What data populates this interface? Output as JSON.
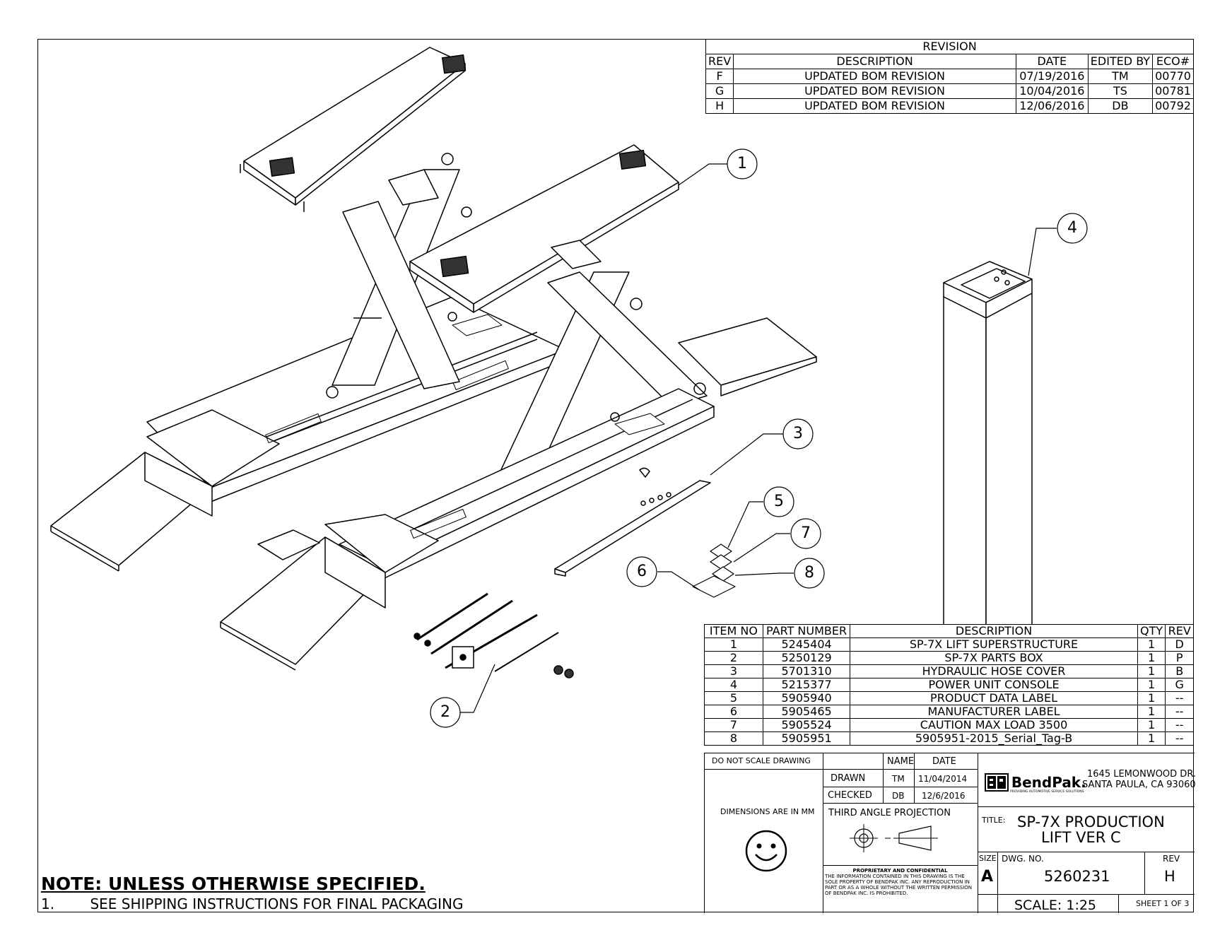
{
  "revision": {
    "title": "REVISION",
    "headers": [
      "REV",
      "DESCRIPTION",
      "DATE",
      "EDITED BY",
      "ECO#"
    ],
    "rows": [
      [
        "F",
        "UPDATED BOM REVISION",
        "07/19/2016",
        "TM",
        "00770"
      ],
      [
        "G",
        "UPDATED BOM REVISION",
        "10/04/2016",
        "TS",
        "00781"
      ],
      [
        "H",
        "UPDATED BOM REVISION",
        "12/06/2016",
        "DB",
        "00792"
      ]
    ]
  },
  "bom": {
    "headers": [
      "ITEM NO",
      "PART NUMBER",
      "DESCRIPTION",
      "QTY",
      "REV"
    ],
    "rows": [
      [
        "1",
        "5245404",
        "SP-7X LIFT SUPERSTRUCTURE",
        "1",
        "D"
      ],
      [
        "2",
        "5250129",
        "SP-7X PARTS BOX",
        "1",
        "P"
      ],
      [
        "3",
        "5701310",
        "HYDRAULIC HOSE COVER",
        "1",
        "B"
      ],
      [
        "4",
        "5215377",
        "POWER UNIT CONSOLE",
        "1",
        "G"
      ],
      [
        "5",
        "5905940",
        "PRODUCT DATA LABEL",
        "1",
        "--"
      ],
      [
        "6",
        "5905465",
        "MANUFACTURER LABEL",
        "1",
        "--"
      ],
      [
        "7",
        "5905524",
        "CAUTION MAX LOAD 3500",
        "1",
        "--"
      ],
      [
        "8",
        "5905951",
        "5905951-2015_Serial_Tag-B",
        "1",
        "--"
      ]
    ]
  },
  "balloons": [
    "1",
    "2",
    "3",
    "4",
    "5",
    "6",
    "7",
    "8"
  ],
  "title_block": {
    "do_not_scale": "DO NOT SCALE DRAWING",
    "name_label": "NAME",
    "date_label": "DATE",
    "drawn_label": "DRAWN",
    "drawn_name": "TM",
    "drawn_date": "11/04/2014",
    "checked_label": "CHECKED",
    "checked_name": "DB",
    "checked_date": "12/6/2016",
    "dimensions": "DIMENSIONS ARE IN MM",
    "projection": "THIRD ANGLE PROJECTION",
    "company": "BendPak.",
    "company_tagline": "PROVIDING AUTOMOTIVE SERVICE SOLUTIONS",
    "address1": "1645 LEMONWOOD DR.",
    "address2": "SANTA PAULA, CA 93060",
    "title_label": "TITLE:",
    "title_line1": "SP-7X PRODUCTION",
    "title_line2": "LIFT VER C",
    "size_label": "SIZE",
    "size": "A",
    "dwg_label": "DWG. NO.",
    "dwg_no": "5260231",
    "rev_label": "REV",
    "rev": "H",
    "scale": "SCALE: 1:25",
    "sheet": "SHEET 1 OF 3",
    "proprietary_title": "PROPRIETARY AND CONFIDENTIAL",
    "proprietary_text": "THE INFORMATION CONTAINED IN THIS DRAWING IS THE SOLE PROPERTY OF BENDPAK INC. ANY REPRODUCTION IN PART OR AS A WHOLE WITHOUT THE WRITTEN PERMISSION OF BENDPAK INC. IS PROHIBITED."
  },
  "notes": {
    "heading": "NOTE: UNLESS OTHERWISE SPECIFIED",
    "item_number": "1.",
    "item_text": "SEE SHIPPING INSTRUCTIONS FOR FINAL PACKAGING"
  }
}
